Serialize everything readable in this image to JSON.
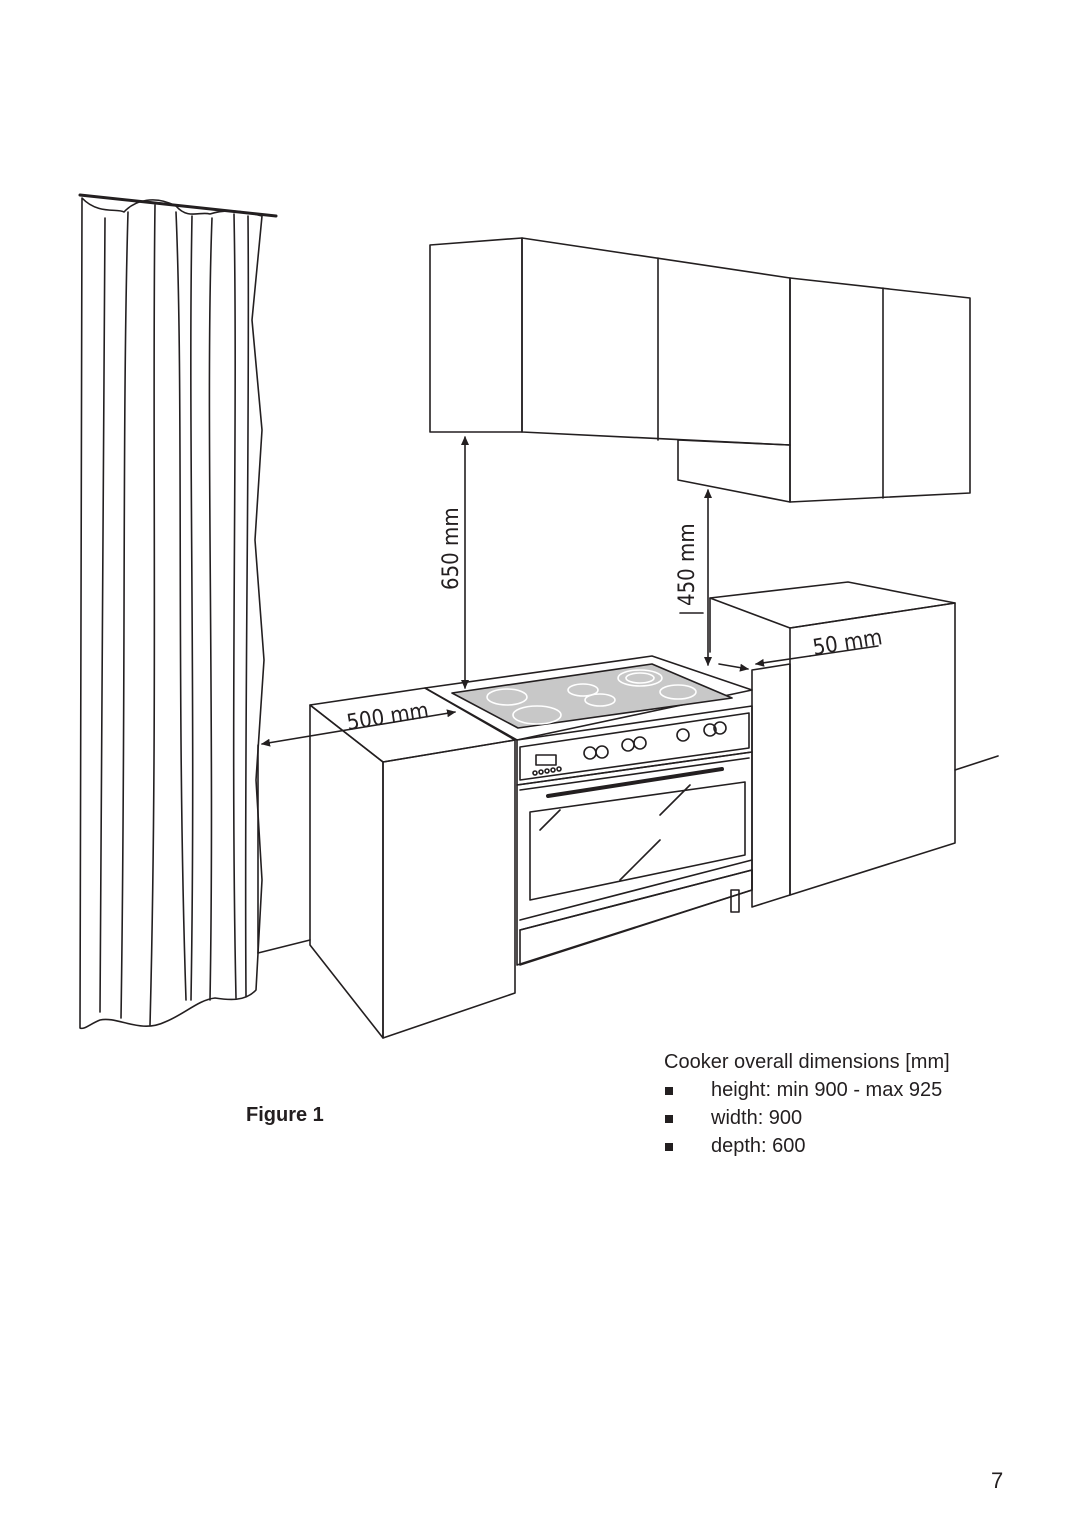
{
  "figure": {
    "caption": "Figure 1",
    "dimensions": {
      "side_clearance": "500 mm",
      "hob_to_hood": "650 mm",
      "side_to_wall_unit": "450 mm",
      "gap_to_side_unit": "50 mm"
    }
  },
  "specs": {
    "title": "Cooker overall dimensions [mm]",
    "items": [
      {
        "text": "height: min 900 - max 925"
      },
      {
        "text": "width: 900"
      },
      {
        "text": "depth: 600"
      }
    ]
  },
  "page_number": "7"
}
